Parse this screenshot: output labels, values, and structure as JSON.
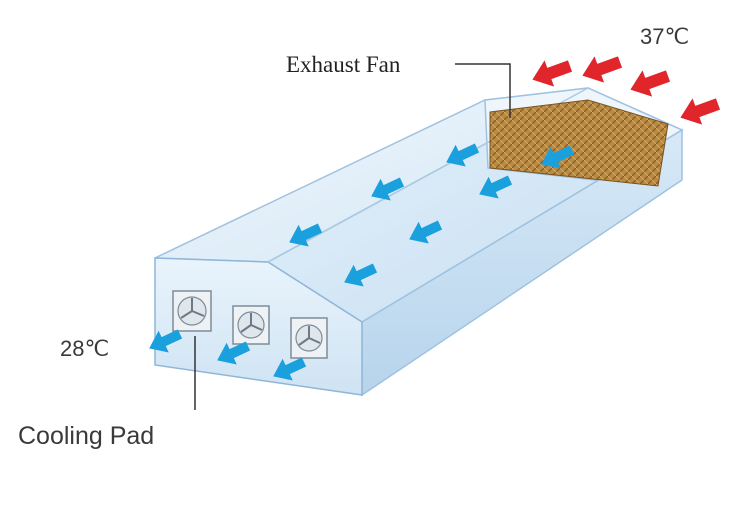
{
  "labels": {
    "exhaust_fan": "Exhaust Fan",
    "cooling_pad": "Cooling Pad",
    "temp_in": "37℃",
    "temp_out": "28℃"
  },
  "colors": {
    "hot_arrow": "#e0262b",
    "cool_arrow": "#1aa0dc",
    "wall_light": "#e8f3fb",
    "wall_mid": "#cfe4f4",
    "roof": "#dcecf8",
    "pad": "#b8853a",
    "edge": "#8fb6d8"
  }
}
